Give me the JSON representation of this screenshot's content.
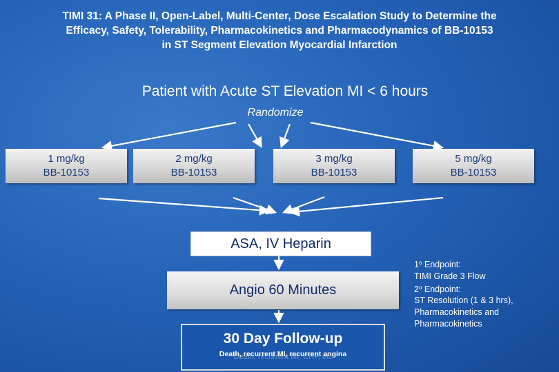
{
  "slide": {
    "title_lines": [
      "TIMI 31: A Phase II, Open-Label, Multi-Center, Dose Escalation Study to Determine the",
      "Efficacy, Safety, Tolerability, Pharmacokinetics and Pharmacodynamics of BB-10153",
      "in ST Segment Elevation Myocardial Infarction"
    ],
    "population": "Patient with Acute ST Elevation MI < 6 hours",
    "randomize_label": "Randomize"
  },
  "doses": [
    {
      "dose": "1 mg/kg",
      "drug": "BB-10153"
    },
    {
      "dose": "2 mg/kg",
      "drug": "BB-10153"
    },
    {
      "dose": "3 mg/kg",
      "drug": "BB-10153"
    },
    {
      "dose": "5 mg/kg",
      "drug": "BB-10153"
    }
  ],
  "steps": {
    "asa": "ASA, IV Heparin",
    "angio": "Angio 60 Minutes",
    "followup_title": "30 Day Follow-up",
    "followup_detail": "Death, recurrent MI, recurrent angina",
    "followup_ghost": "Death, recurrent MI, CHF, etc"
  },
  "endpoints": {
    "primary_marker": "o",
    "primary_label": "Endpoint:",
    "primary_prefix": "1",
    "primary_value": "TIMI Grade 3 Flow",
    "secondary_prefix": "2",
    "secondary_marker": "o",
    "secondary_label": "Endpoint:",
    "secondary_values": [
      "ST Resolution (1 & 3 hrs),",
      "Pharmacokinetics and",
      "Pharmacokinetics"
    ]
  },
  "colors": {
    "background": "#2563b8",
    "dose_box": "#d8d8d8",
    "dose_text": "#1a3a7a",
    "arrow": "#ffffff"
  }
}
